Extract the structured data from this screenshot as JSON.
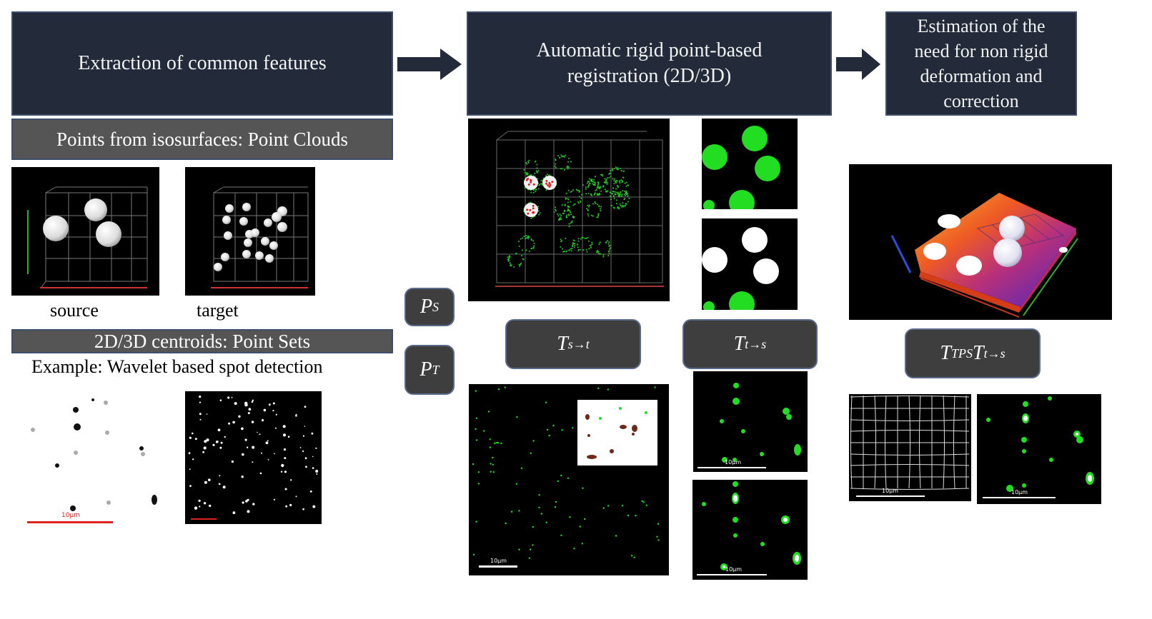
{
  "headers": {
    "extraction": "Extraction of common features",
    "registration_line1": "Automatic rigid  point-based",
    "registration_line2": "registration (2D/3D)",
    "estimation_line1": "Estimation of the",
    "estimation_line2": "need for non rigid",
    "estimation_line3": "deformation and",
    "estimation_line4": "correction"
  },
  "bands": {
    "point_clouds": "Points from isosurfaces: Point Clouds",
    "point_sets": "2D/3D centroids: Point Sets"
  },
  "labels": {
    "source": "source",
    "target": "target",
    "example": "Example: Wavelet based spot detection"
  },
  "pills": {
    "ps_main": "P",
    "ps_sub": "S",
    "pt_main": "P",
    "pt_sub": "T",
    "tst_main": "T",
    "tst_sub": "s→t",
    "tts_main": "T",
    "tts_sub": "t→s",
    "tps_main1": "T",
    "tps_sub1": "TPS",
    "tps_main2": "T",
    "tps_sub2": "t→s"
  },
  "scale_bars": {
    "bar_10um": "10μm"
  },
  "colors": {
    "header_bg": "#232b3a",
    "band_bg": "#555555",
    "pill_bg": "#3e3e3e",
    "spot_green": "#22dd22",
    "scale_red": "#dd2222"
  }
}
